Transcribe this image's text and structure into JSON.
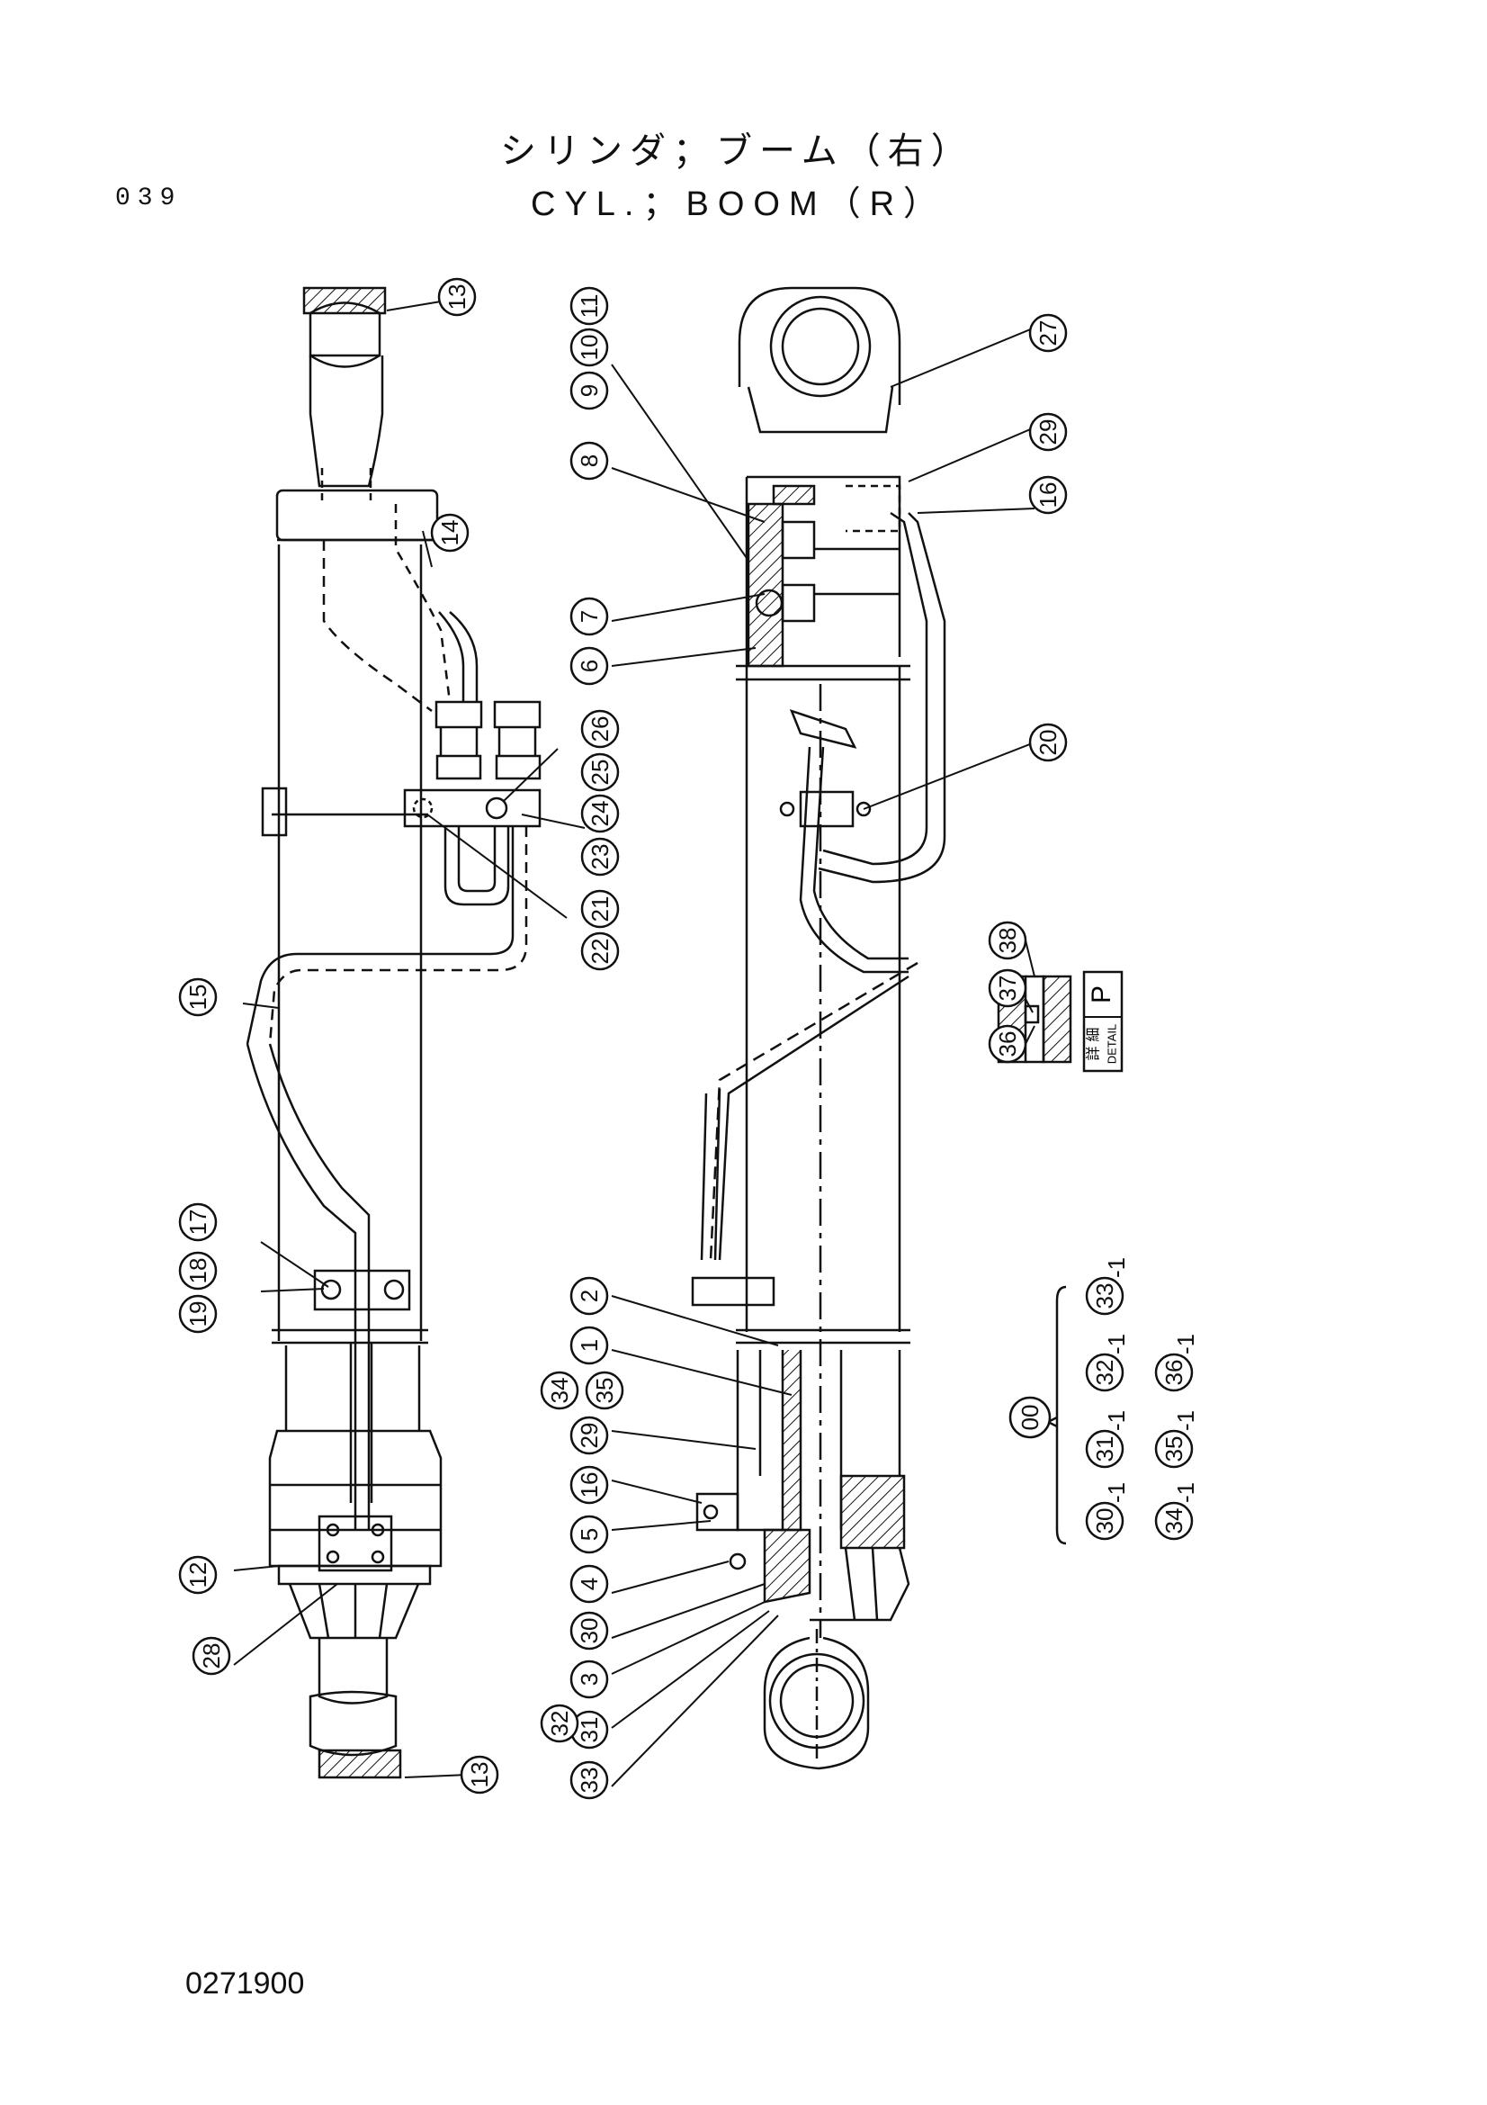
{
  "header": {
    "page_number": "039",
    "title_jp": "シリンダ；ブーム（右）",
    "title_en": "CYL.；BOOM（R）"
  },
  "footer": {
    "drawing_number": "0271900"
  },
  "detail": {
    "label_jp": "詳 細",
    "label_en": "DETAIL",
    "letter": "P"
  },
  "callouts": [
    {
      "id": "left-13-top",
      "label": "13"
    },
    {
      "id": "left-14",
      "label": "14"
    },
    {
      "id": "left-26",
      "label": "26"
    },
    {
      "id": "left-25",
      "label": "25"
    },
    {
      "id": "left-24",
      "label": "24"
    },
    {
      "id": "left-23",
      "label": "23"
    },
    {
      "id": "left-21",
      "label": "21"
    },
    {
      "id": "left-22",
      "label": "22"
    },
    {
      "id": "left-15",
      "label": "15"
    },
    {
      "id": "left-17",
      "label": "17"
    },
    {
      "id": "left-18",
      "label": "18"
    },
    {
      "id": "left-19",
      "label": "19"
    },
    {
      "id": "left-12",
      "label": "12"
    },
    {
      "id": "left-28",
      "label": "28"
    },
    {
      "id": "left-13-bottom",
      "label": "13"
    },
    {
      "id": "mid-11",
      "label": "11"
    },
    {
      "id": "mid-10",
      "label": "10"
    },
    {
      "id": "mid-9",
      "label": "9"
    },
    {
      "id": "mid-8",
      "label": "8"
    },
    {
      "id": "mid-7",
      "label": "7"
    },
    {
      "id": "mid-6",
      "label": "6"
    },
    {
      "id": "mid-2",
      "label": "2"
    },
    {
      "id": "mid-1",
      "label": "1"
    },
    {
      "id": "mid-34",
      "label": "34"
    },
    {
      "id": "mid-35",
      "label": "35"
    },
    {
      "id": "mid-29b",
      "label": "29"
    },
    {
      "id": "mid-16b",
      "label": "16"
    },
    {
      "id": "mid-5",
      "label": "5"
    },
    {
      "id": "mid-4",
      "label": "4"
    },
    {
      "id": "mid-30",
      "label": "30"
    },
    {
      "id": "mid-3",
      "label": "3"
    },
    {
      "id": "mid-31",
      "label": "31"
    },
    {
      "id": "mid-32",
      "label": "32"
    },
    {
      "id": "mid-33",
      "label": "33"
    },
    {
      "id": "right-27",
      "label": "27"
    },
    {
      "id": "right-29",
      "label": "29"
    },
    {
      "id": "right-16",
      "label": "16"
    },
    {
      "id": "right-20",
      "label": "20"
    },
    {
      "id": "right-38",
      "label": "38"
    },
    {
      "id": "right-37",
      "label": "37"
    },
    {
      "id": "right-36",
      "label": "36"
    },
    {
      "id": "kit-00",
      "label": "00"
    },
    {
      "id": "kit-30",
      "label": "30"
    },
    {
      "id": "kit-31",
      "label": "31"
    },
    {
      "id": "kit-32",
      "label": "32"
    },
    {
      "id": "kit-33",
      "label": "33"
    },
    {
      "id": "kit-34",
      "label": "34"
    },
    {
      "id": "kit-35",
      "label": "35"
    },
    {
      "id": "kit-36",
      "label": "36"
    }
  ],
  "kit_suffix": "-1",
  "colors": {
    "ink": "#111111",
    "paper": "#ffffff"
  }
}
